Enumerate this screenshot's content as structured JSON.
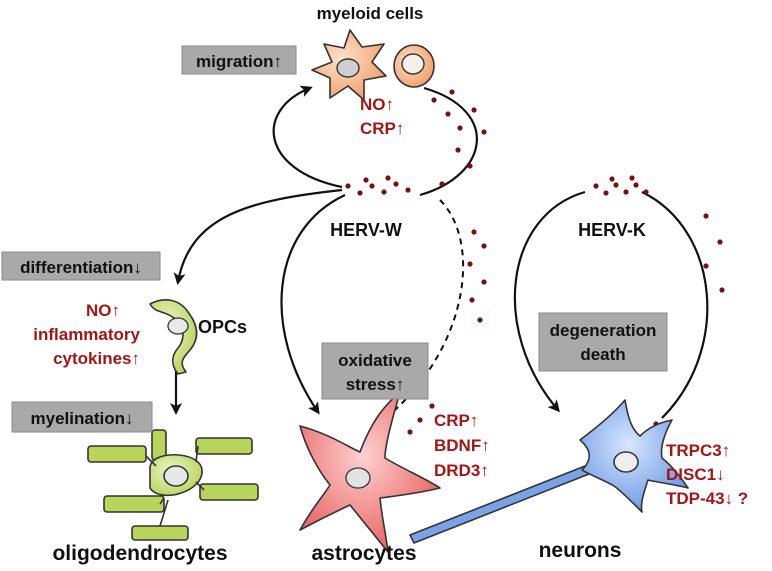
{
  "cells": {
    "myeloid": "myeloid cells",
    "opcs": "OPCs",
    "oligodendrocytes": "oligodendrocytes",
    "astrocytes": "astrocytes",
    "neurons": "neurons"
  },
  "viruses": {
    "herv_w": "HERV-W",
    "herv_k": "HERV-K"
  },
  "effect_boxes": {
    "migration": "migration↑",
    "differentiation": "differentiation↓",
    "myelination": "myelination↓",
    "oxidative_line1": "oxidative",
    "oxidative_line2": "stress↑",
    "degeneration_line1": "degeneration",
    "degeneration_line2": "death"
  },
  "markers": {
    "myeloid": [
      "NO↑",
      "CRP↑"
    ],
    "opcs": [
      "NO↑",
      "inflammatory",
      "cytokines↑"
    ],
    "astrocytes": [
      "CRP↑",
      "BDNF↑",
      "DRD3↑"
    ],
    "neurons": [
      "TRPC3↑",
      "DISC1↓",
      "TDP-43↓ ?"
    ]
  },
  "colors": {
    "label": "#111111",
    "marker": "#a31616",
    "box_fill": "#a9a9a9",
    "particle": "#7a1010",
    "myeloid_cell": "#f0a070",
    "opc_cell": "#c8dc78",
    "astrocyte_cell": "#ee6a6a",
    "neuron_cell": "#7aa2e6"
  }
}
